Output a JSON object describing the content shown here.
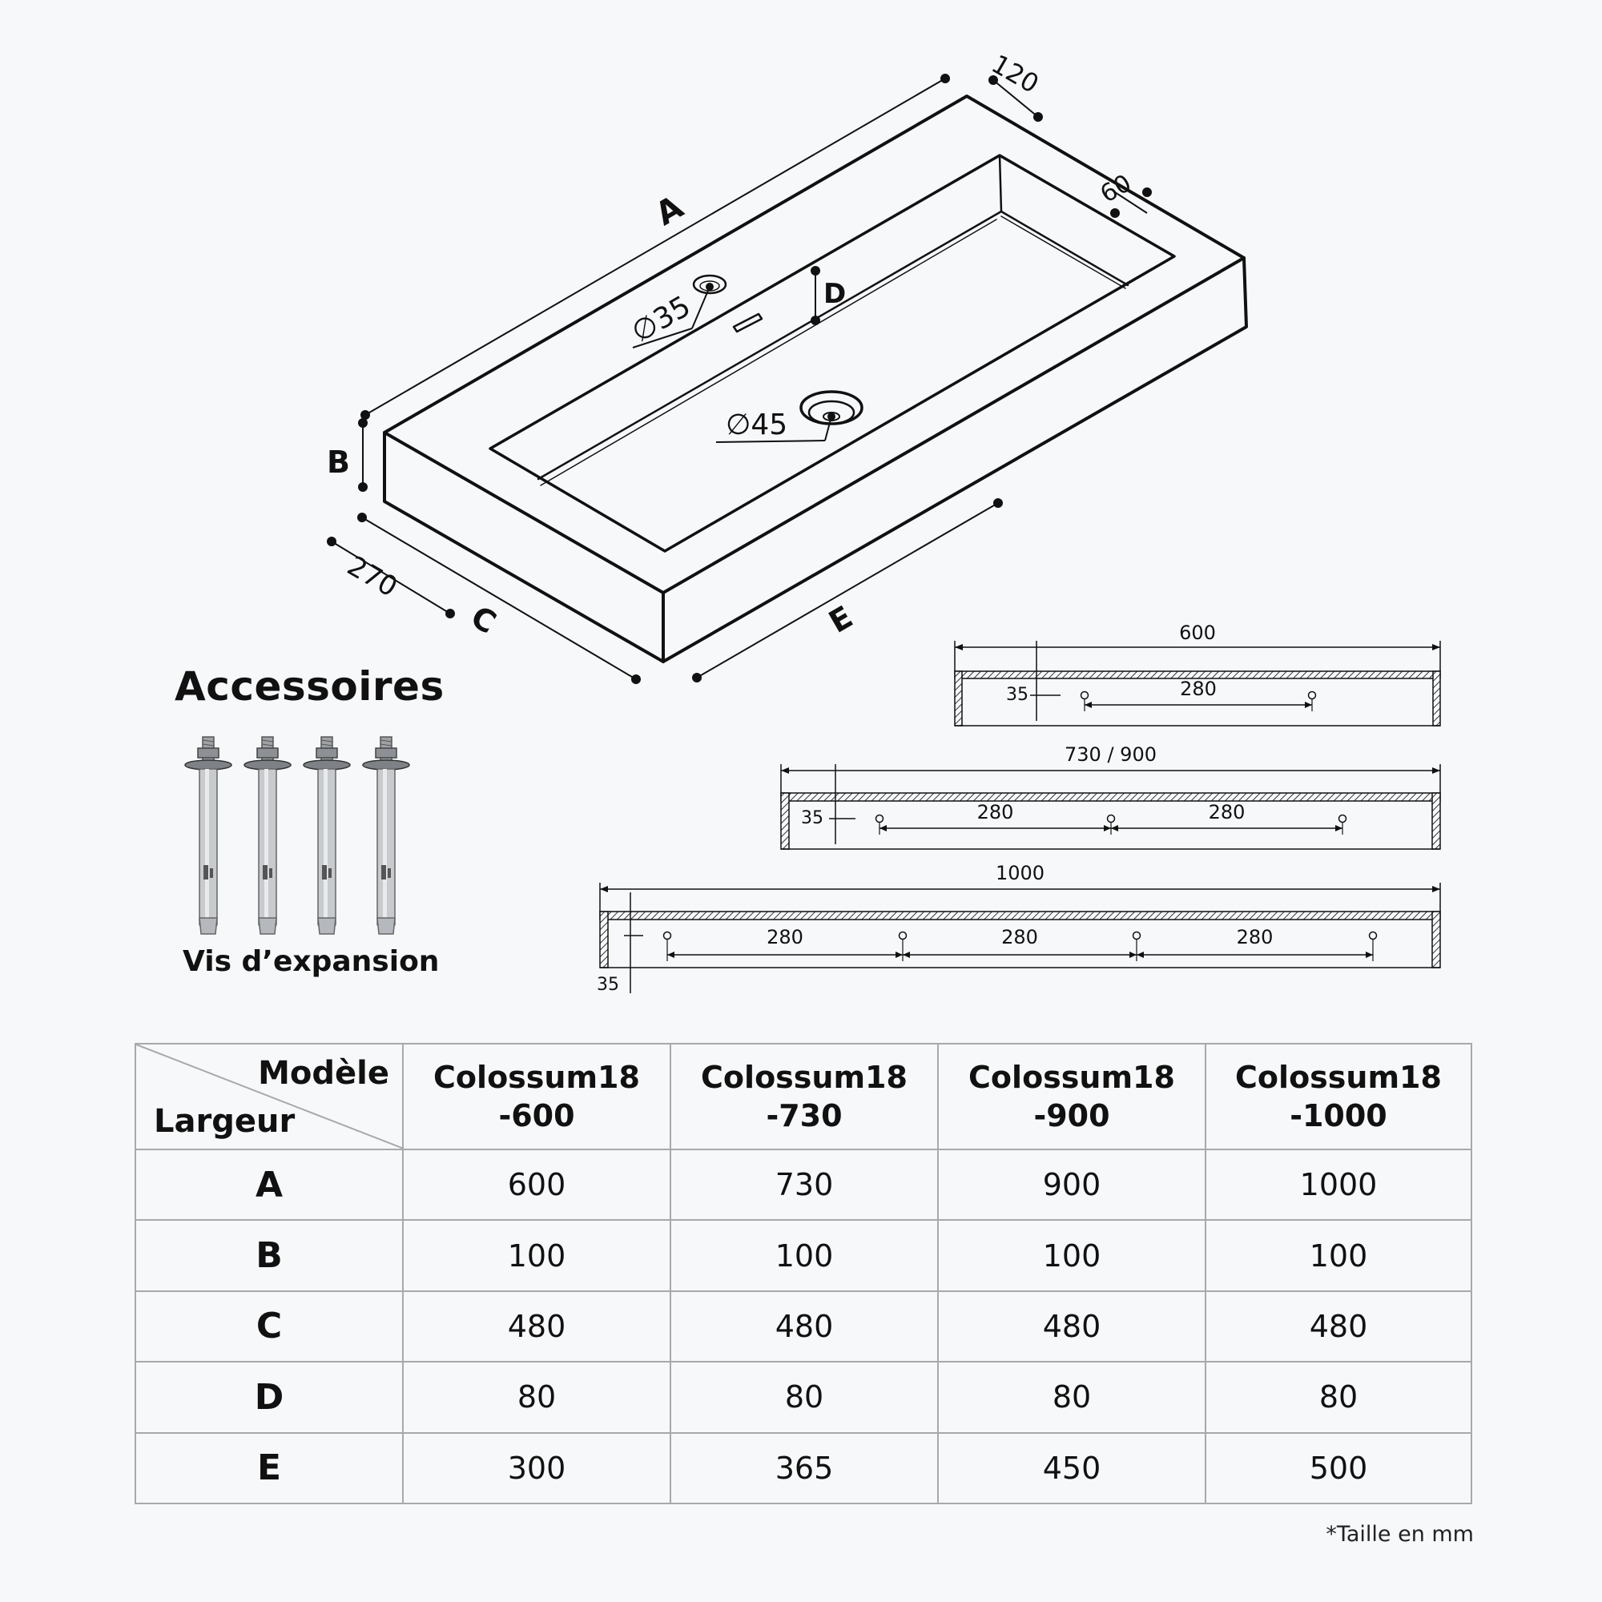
{
  "diagram": {
    "labels": {
      "A": "A",
      "B": "B",
      "C": "C",
      "D": "D",
      "E": "E"
    },
    "dims": {
      "rim_depth": "120",
      "rim_width": "60",
      "side_depth": "270",
      "hole_tap": "∅35",
      "hole_drain": "∅45"
    }
  },
  "brackets": [
    {
      "title": "600",
      "offset": "35",
      "spacings": [
        "280"
      ]
    },
    {
      "title": "730 / 900",
      "offset": "35",
      "spacings": [
        "280",
        "280"
      ]
    },
    {
      "title": "1000",
      "offset": "35",
      "spacings": [
        "280",
        "280",
        "280"
      ]
    }
  ],
  "accessories": {
    "title": "Accessoires",
    "screw_label": "Vis d’expansion",
    "screw_count": 4
  },
  "table": {
    "corner_model": "Modèle",
    "corner_width": "Largeur",
    "headers": [
      {
        "line1": "Colossum18",
        "line2": "-600"
      },
      {
        "line1": "Colossum18",
        "line2": "-730"
      },
      {
        "line1": "Colossum18",
        "line2": "-900"
      },
      {
        "line1": "Colossum18",
        "line2": "-1000"
      }
    ],
    "rows": [
      {
        "label": "A",
        "values": [
          "600",
          "730",
          "900",
          "1000"
        ]
      },
      {
        "label": "B",
        "values": [
          "100",
          "100",
          "100",
          "100"
        ]
      },
      {
        "label": "C",
        "values": [
          "480",
          "480",
          "480",
          "480"
        ]
      },
      {
        "label": "D",
        "values": [
          "80",
          "80",
          "80",
          "80"
        ]
      },
      {
        "label": "E",
        "values": [
          "300",
          "365",
          "450",
          "500"
        ]
      }
    ]
  },
  "footnote": "*Taille en mm",
  "colors": {
    "line": "#111111",
    "hatch": "#333333",
    "grid": "#a9a9a9",
    "background": "#f7f8fa"
  }
}
